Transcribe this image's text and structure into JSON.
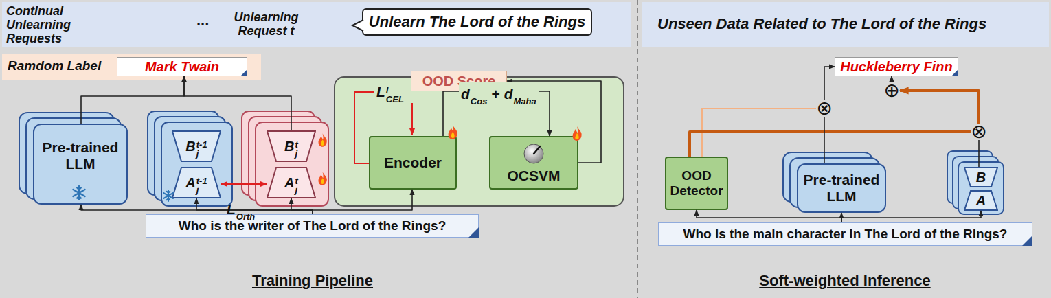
{
  "diagram": {
    "nodes": [
      {
        "text": [
          "Continual Unlearning Requests",
          "...",
          "Unlearning Request t"
        ]
      },
      {
        "text": [
          "Unlearn The Lord of the Rings"
        ],
        "in": 0
      },
      {
        "text": [
          "Ramdom Label"
        ]
      },
      {
        "text": [
          "Mark Twain"
        ],
        "in": 2
      },
      {
        "text": [
          "OOD Score"
        ]
      },
      {
        "text": [
          "Pre-trained LLM"
        ]
      },
      {
        "text": [
          "B",
          "j",
          "t-1"
        ]
      },
      {
        "text": [
          "A",
          "j",
          "t-1"
        ]
      },
      {
        "text": [
          "B",
          "j",
          "t"
        ]
      },
      {
        "text": [
          "A",
          "j",
          "t"
        ]
      },
      {
        "text": [
          "Encoder"
        ]
      },
      {
        "text": [
          "OCSVM"
        ]
      },
      {
        "text": [
          "Who is the writer of The Lord of the Rings?"
        ]
      },
      {
        "text": [
          "Unseen Data Related to The Lord of the Rings"
        ]
      },
      {
        "text": [
          "Huckleberry Finn"
        ]
      },
      {
        "text": [
          "⊗"
        ]
      },
      {
        "text": [
          "⊕"
        ]
      },
      {
        "text": [
          "⊗"
        ]
      },
      {
        "text": [
          "OOD Detector"
        ]
      },
      {
        "text": [
          "Pre-trained LLM"
        ]
      },
      {
        "text": [
          "B"
        ]
      },
      {
        "text": [
          "A"
        ]
      },
      {
        "text": [
          "Who is the main character in The Lord of the Rings?"
        ]
      }
    ],
    "edges": [
      {
        "from": 5,
        "to": 3,
        "arrow": "to"
      },
      {
        "from": 8,
        "to": 3,
        "arrow": "to"
      },
      {
        "from": 7,
        "to": 9,
        "arrow": "both"
      },
      {
        "from": 12,
        "to": 5,
        "arrow": "to"
      },
      {
        "from": 12,
        "to": 7,
        "arrow": "to"
      },
      {
        "from": 12,
        "to": 9,
        "arrow": "to"
      },
      {
        "from": 12,
        "to": 10,
        "arrow": "to"
      },
      {
        "from": 10,
        "to": 11,
        "arrow": "to"
      },
      {
        "from": 11,
        "to": 4,
        "arrow": "to"
      },
      {
        "from": 22,
        "to": 18,
        "arrow": "to"
      },
      {
        "from": 22,
        "to": 19,
        "arrow": "to"
      },
      {
        "from": 22,
        "to": 21,
        "arrow": "to"
      },
      {
        "from": 18,
        "to": 15,
        "arrow": "none"
      },
      {
        "from": 18,
        "to": 17,
        "arrow": "none"
      },
      {
        "from": 19,
        "to": 15,
        "arrow": "none"
      },
      {
        "from": 20,
        "to": 17,
        "arrow": "none"
      },
      {
        "from": 15,
        "to": 14,
        "arrow": "to"
      },
      {
        "from": 17,
        "to": 16,
        "arrow": "to"
      },
      {
        "from": 16,
        "to": 14,
        "arrow": "to"
      }
    ],
    "labels": [
      "L",
      "CEL",
      "l",
      "d",
      "Cos",
      "+",
      "d",
      "Maha",
      "L",
      "Orth",
      "Training Pipeline",
      "Soft-weighted Inference"
    ]
  }
}
